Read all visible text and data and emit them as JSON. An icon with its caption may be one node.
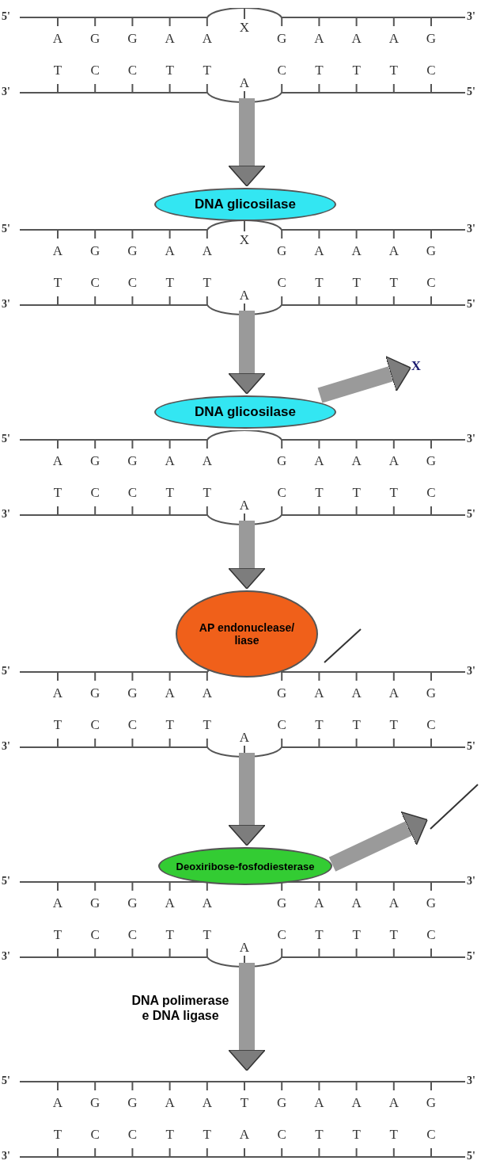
{
  "diagram": {
    "nodes": [
      {
        "text": [
          "5'",
          "3'",
          "A",
          "G",
          "G",
          "A",
          "A",
          "X",
          "G",
          "A",
          "A",
          "A",
          "G",
          "T",
          "C",
          "C",
          "T",
          "T",
          "A",
          "C",
          "T",
          "T",
          "T",
          "C",
          "3'",
          "5'"
        ]
      },
      {
        "text": [
          "DNA glicosilase"
        ]
      },
      {
        "text": [
          "5'",
          "3'",
          "A",
          "G",
          "G",
          "A",
          "A",
          "X",
          "G",
          "A",
          "A",
          "A",
          "G",
          "T",
          "C",
          "C",
          "T",
          "T",
          "A",
          "C",
          "T",
          "T",
          "T",
          "C",
          "3'",
          "5'"
        ]
      },
      {
        "text": [
          "DNA glicosilase"
        ]
      },
      {
        "text": [
          "5'",
          "3'",
          "A",
          "G",
          "G",
          "A",
          "A",
          "G",
          "A",
          "A",
          "A",
          "G",
          "T",
          "C",
          "C",
          "T",
          "T",
          "A",
          "C",
          "T",
          "T",
          "T",
          "C",
          "3'",
          "5'"
        ]
      },
      {
        "text": [
          "X"
        ]
      },
      {
        "text": [
          "AP endonuclease/ liase"
        ]
      },
      {
        "text": [
          "5'",
          "3'",
          "A",
          "G",
          "G",
          "A",
          "A",
          "G",
          "A",
          "A",
          "A",
          "G",
          "T",
          "C",
          "C",
          "T",
          "T",
          "A",
          "C",
          "T",
          "T",
          "T",
          "C",
          "3'",
          "5'"
        ]
      },
      {
        "text": [
          "Deoxiribose-fosfodiesterase"
        ]
      },
      {
        "text": [
          "5'",
          "3'",
          "A",
          "G",
          "G",
          "A",
          "A",
          "G",
          "A",
          "A",
          "A",
          "G",
          "T",
          "C",
          "C",
          "T",
          "T",
          "A",
          "C",
          "T",
          "T",
          "T",
          "C",
          "3'",
          "5'"
        ]
      },
      {
        "text": [],
        "shape": "line"
      },
      {
        "text": [
          "5'",
          "3'",
          "A",
          "G",
          "G",
          "A",
          "A",
          "T",
          "G",
          "A",
          "A",
          "A",
          "G",
          "T",
          "C",
          "C",
          "T",
          "T",
          "A",
          "C",
          "T",
          "T",
          "T",
          "C",
          "3'",
          "5'"
        ]
      }
    ],
    "edges": [
      {
        "from": 0,
        "to": 1,
        "arrow": "to"
      },
      {
        "from": 2,
        "to": 3,
        "arrow": "to"
      },
      {
        "from": 4,
        "to": 6,
        "arrow": "to"
      },
      {
        "from": 7,
        "to": 8,
        "arrow": "to"
      },
      {
        "from": 9,
        "to": 11,
        "arrow": "to",
        "label": "DNA polimerase e DNA ligase"
      },
      {
        "from": 3,
        "to": 5,
        "arrow": "to"
      },
      {
        "from": 8,
        "to": 10,
        "arrow": "to"
      }
    ]
  }
}
